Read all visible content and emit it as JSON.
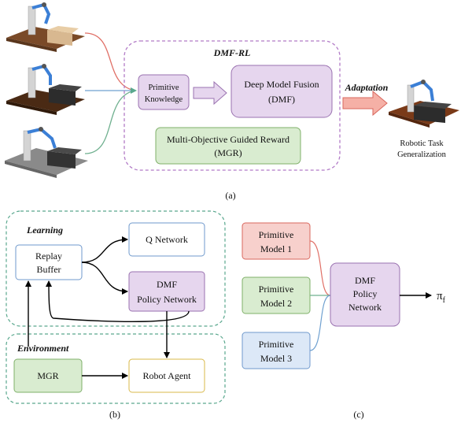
{
  "panel_a": {
    "dmf_rl_title": "DMF-RL",
    "primitive_knowledge": [
      "Primitive",
      "Knowledge"
    ],
    "dmf": [
      "Deep Model Fusion",
      "(DMF)"
    ],
    "mgr": [
      "Multi-Objective Guided Reward",
      "(MGR)"
    ],
    "adaptation": "Adaptation",
    "generalization": [
      "Robotic Task",
      "Generalization"
    ],
    "caption": "(a)"
  },
  "panel_b": {
    "learning": "Learning",
    "environment": "Environment",
    "replay_buffer": [
      "Replay",
      "Buffer"
    ],
    "q_network": "Q Network",
    "dmf_policy": [
      "DMF",
      "Policy Network"
    ],
    "mgr": "MGR",
    "robot_agent": "Robot Agent",
    "caption": "(b)"
  },
  "panel_c": {
    "primitive_1": [
      "Primitive",
      "Model 1"
    ],
    "primitive_2": [
      "Primitive",
      "Model 2"
    ],
    "primitive_3": [
      "Primitive",
      "Model 3"
    ],
    "dmf_policy": [
      "DMF",
      "Policy",
      "Network"
    ],
    "output_symbol": "π",
    "output_subscript": "f",
    "caption": "(c)"
  },
  "colors": {
    "purple_fill": "#e6d6ee",
    "purple_stroke": "#9a72b0",
    "green_fill": "#d9ecd0",
    "green_stroke": "#7fb069",
    "red_fill": "#f7d0cc",
    "red_stroke": "#d9675e",
    "blue_fill": "#dce8f7",
    "blue_stroke": "#6f99cc",
    "yellow_stroke": "#d9b84a",
    "teal_dash": "#5aa88e",
    "dmf_rl_dash": "#b27bc7",
    "line_red": "#e06f66",
    "line_blue": "#6fa0d0",
    "line_green": "#6fb08f",
    "adapt_fill": "#f5b0a6"
  }
}
